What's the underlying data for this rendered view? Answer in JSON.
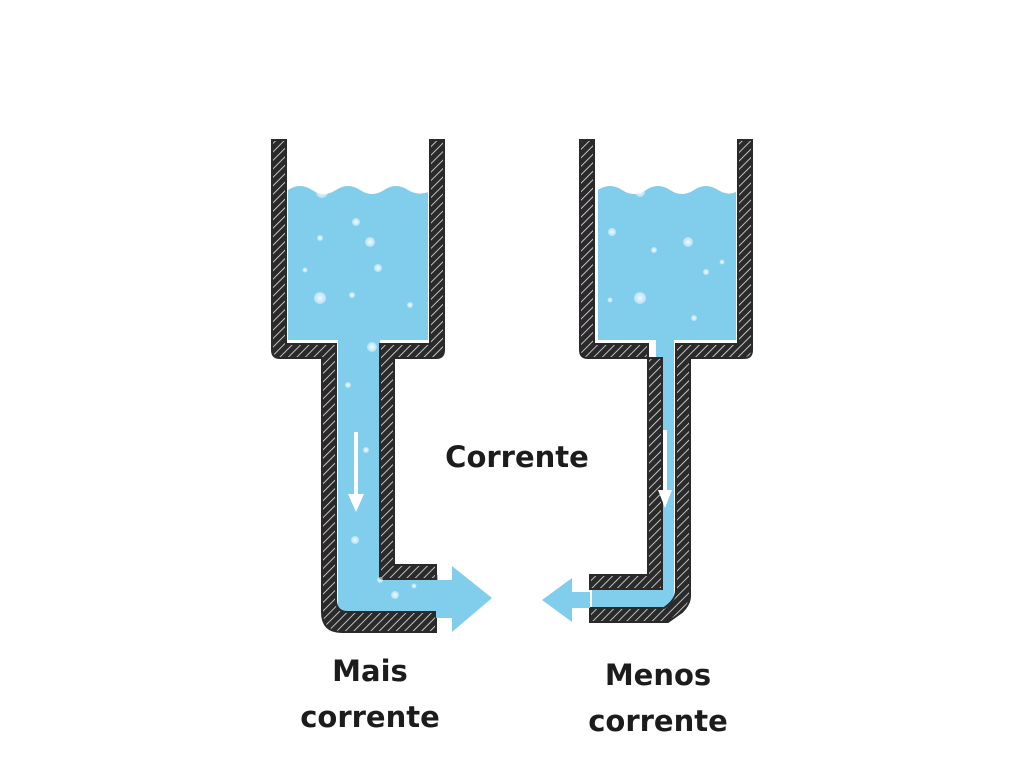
{
  "labels": {
    "center": "Corrente",
    "left": "Mais\ncorrente",
    "right": "Menos\ncorrente"
  },
  "colors": {
    "water": "#80cdec",
    "wall": "#2a2a2a",
    "hatch": "#e8e8e8",
    "arrow": "#80cdec",
    "flow_arrow": "#ffffff"
  }
}
